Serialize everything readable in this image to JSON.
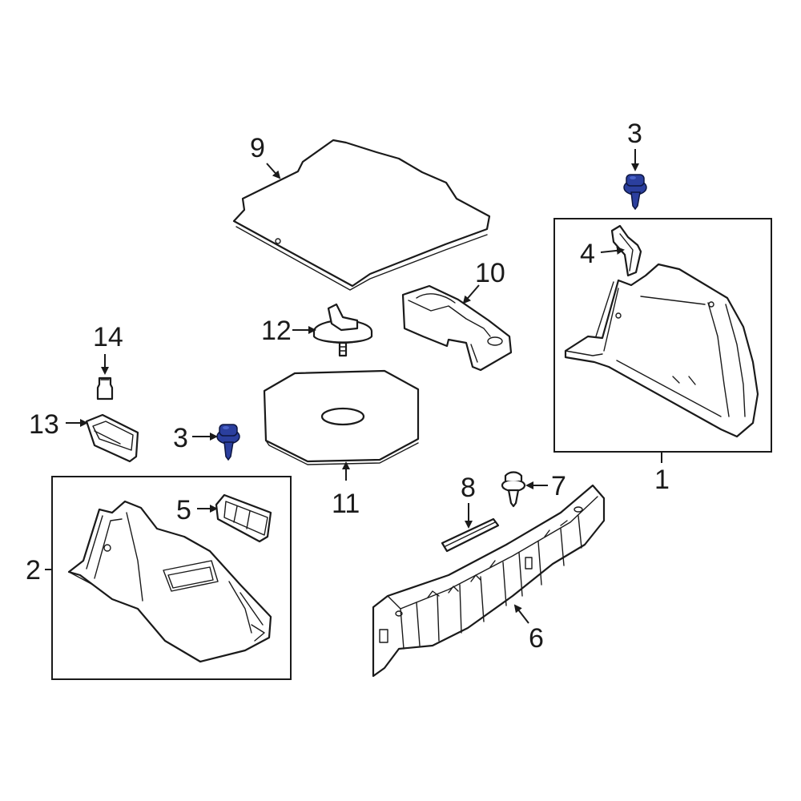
{
  "diagram": {
    "accent_color": "#2b3f9e",
    "callouts": {
      "c1": "1",
      "c2": "2",
      "c3a": "3",
      "c3b": "3",
      "c4": "4",
      "c5": "5",
      "c6": "6",
      "c7": "7",
      "c8": "8",
      "c9": "9",
      "c10": "10",
      "c11": "11",
      "c12": "12",
      "c13": "13",
      "c14": "14"
    }
  }
}
